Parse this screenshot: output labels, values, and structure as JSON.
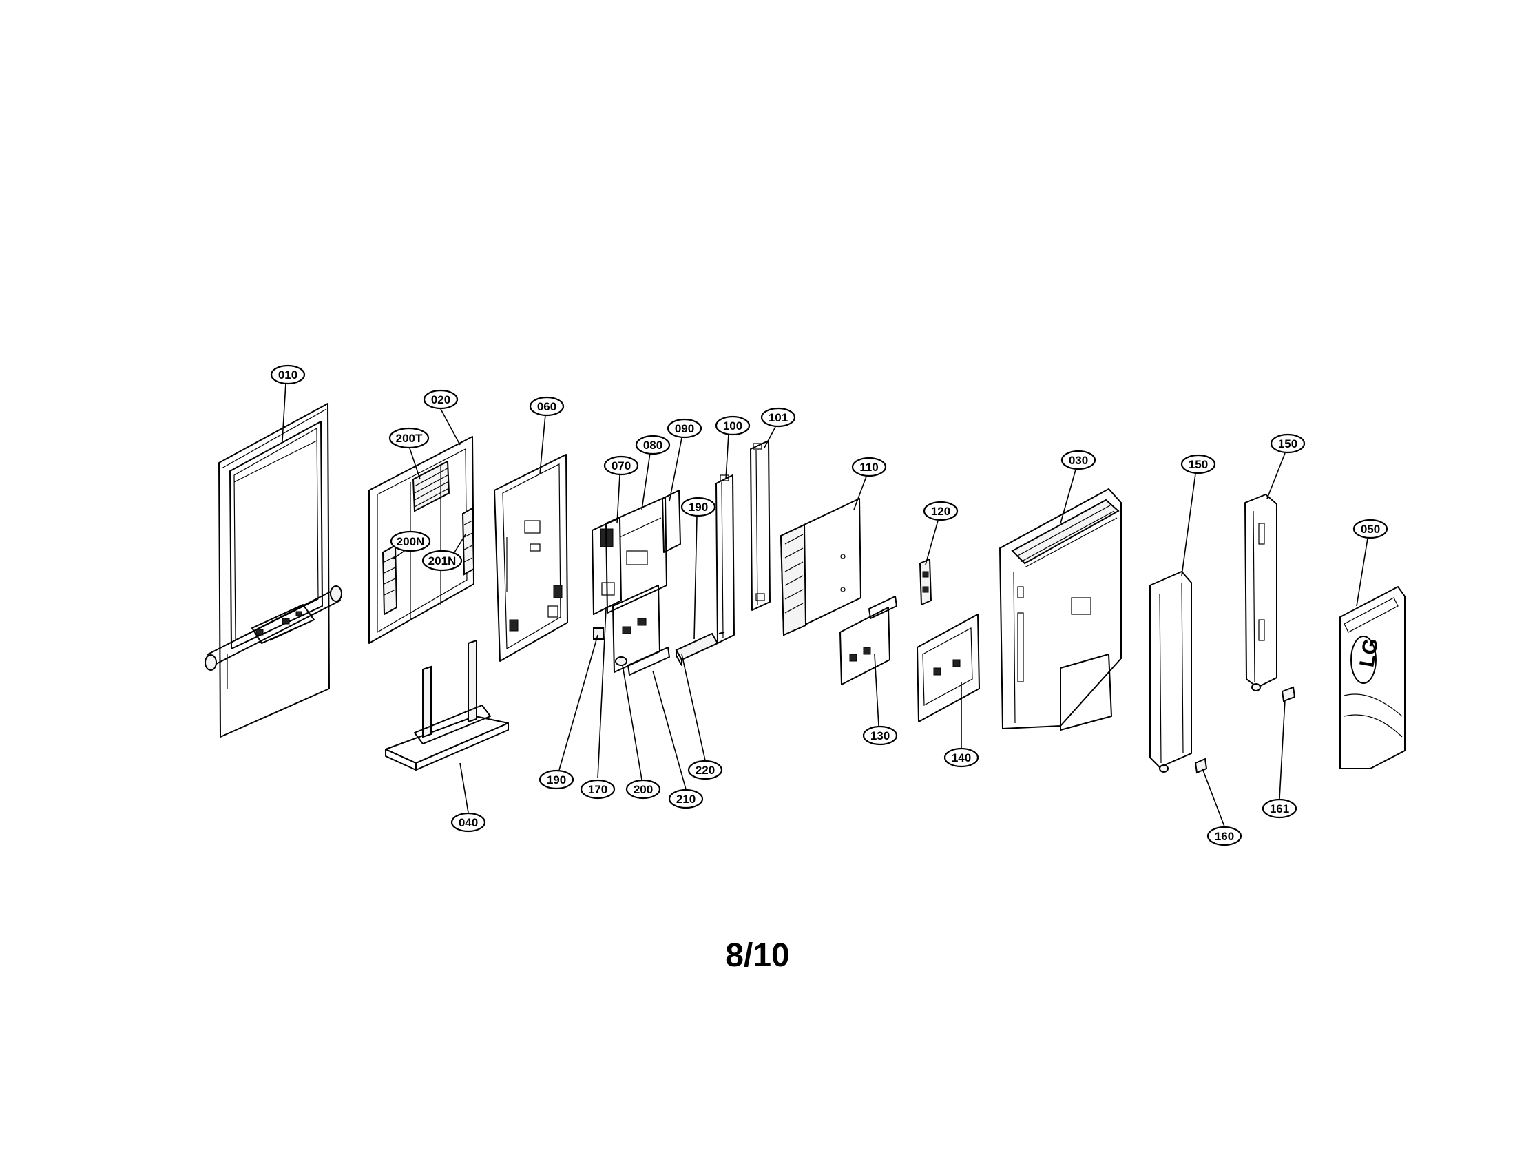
{
  "diagram": {
    "brand_logo_text": "LG",
    "page_number": "8/10",
    "callouts": [
      {
        "id": "c010",
        "label": "010"
      },
      {
        "id": "c020",
        "label": "020"
      },
      {
        "id": "c200T",
        "label": "200T"
      },
      {
        "id": "c200N",
        "label": "200N"
      },
      {
        "id": "c201N",
        "label": "201N"
      },
      {
        "id": "c060",
        "label": "060"
      },
      {
        "id": "c070",
        "label": "070"
      },
      {
        "id": "c080",
        "label": "080"
      },
      {
        "id": "c090",
        "label": "090"
      },
      {
        "id": "c100",
        "label": "100"
      },
      {
        "id": "c101",
        "label": "101"
      },
      {
        "id": "c190a",
        "label": "190"
      },
      {
        "id": "c110",
        "label": "110"
      },
      {
        "id": "c120",
        "label": "120"
      },
      {
        "id": "c030",
        "label": "030"
      },
      {
        "id": "c150a",
        "label": "150"
      },
      {
        "id": "c150b",
        "label": "150"
      },
      {
        "id": "c050",
        "label": "050"
      },
      {
        "id": "c040",
        "label": "040"
      },
      {
        "id": "c190b",
        "label": "190"
      },
      {
        "id": "c170",
        "label": "170"
      },
      {
        "id": "c200",
        "label": "200"
      },
      {
        "id": "c210",
        "label": "210"
      },
      {
        "id": "c220",
        "label": "220"
      },
      {
        "id": "c130",
        "label": "130"
      },
      {
        "id": "c140",
        "label": "140"
      },
      {
        "id": "c160",
        "label": "160"
      },
      {
        "id": "c161",
        "label": "161"
      }
    ]
  }
}
